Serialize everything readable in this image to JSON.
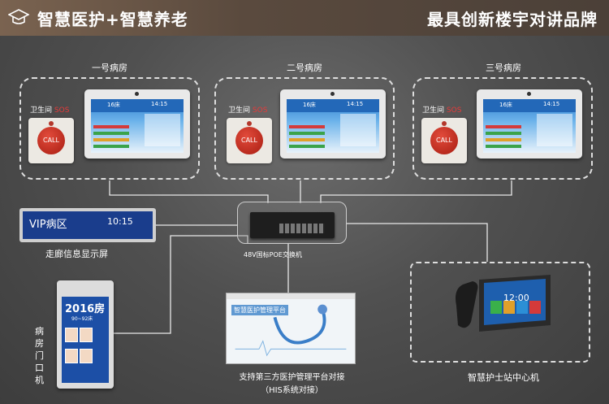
{
  "header": {
    "left_title": "智慧医护+智慧养老",
    "right_title": "最具创新楼宇对讲品牌"
  },
  "rooms": [
    {
      "label": "一号病房",
      "washroom": "卫生间",
      "sos": "SOS",
      "button_text": "CALL",
      "bed_time": "14:15",
      "bed_no": "16床"
    },
    {
      "label": "二号病房",
      "washroom": "卫生间",
      "sos": "SOS",
      "button_text": "CALL",
      "bed_time": "14:15",
      "bed_no": "16床"
    },
    {
      "label": "三号病房",
      "washroom": "卫生间",
      "sos": "SOS",
      "button_text": "CALL",
      "bed_time": "14:15",
      "bed_no": "16床"
    }
  ],
  "corridor": {
    "title": "VIP病区",
    "time": "10:15",
    "caption": "走廊信息显示屏"
  },
  "switch": {
    "caption": "48V国标POE交换机"
  },
  "door": {
    "room": "2016房",
    "beds": "90~92床",
    "caption": "病房门口机"
  },
  "his": {
    "screen_title": "智慧医护管理平台",
    "caption_line1": "支持第三方医护管理平台对接",
    "caption_line2": "（HIS系统对接）"
  },
  "nurse": {
    "time": "12:00",
    "caption": "智慧护士站中心机"
  },
  "colors": {
    "header_start": "#7a6350",
    "sos_red": "#e83a3a",
    "screen_blue": "#1a3d8c"
  }
}
